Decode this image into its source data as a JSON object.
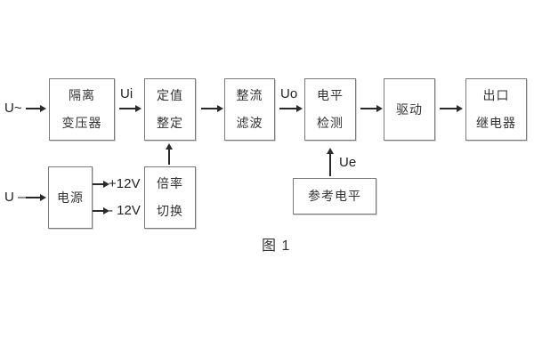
{
  "figure": {
    "caption": "图 1",
    "colors": {
      "background": "#ffffff",
      "box_border": "#7b7b7b",
      "arrow": "#2a2a2a",
      "text": "#333333"
    }
  },
  "blocks": [
    {
      "id": "isolation-transformer",
      "lines": [
        "隔离",
        "变压器"
      ]
    },
    {
      "id": "setting-adjust",
      "lines": [
        "定值",
        "整定"
      ]
    },
    {
      "id": "rectifier-filter",
      "lines": [
        "整流",
        "滤波"
      ]
    },
    {
      "id": "level-detect",
      "lines": [
        "电平",
        "检测"
      ]
    },
    {
      "id": "drive",
      "lines": [
        "驱动"
      ]
    },
    {
      "id": "output-relay",
      "lines": [
        "出口",
        "继电器"
      ]
    },
    {
      "id": "power-supply",
      "lines": [
        "电源"
      ]
    },
    {
      "id": "ratio-switch",
      "lines": [
        "倍率",
        "切换"
      ]
    },
    {
      "id": "reference-level",
      "lines": [
        "参考电平"
      ]
    }
  ],
  "labels": {
    "input_ac": "U~",
    "input_dc": "U —",
    "ui": "Ui",
    "uo": "Uo",
    "ue": "Ue",
    "plus12v": "+12V",
    "minus12v": "- 12V"
  }
}
